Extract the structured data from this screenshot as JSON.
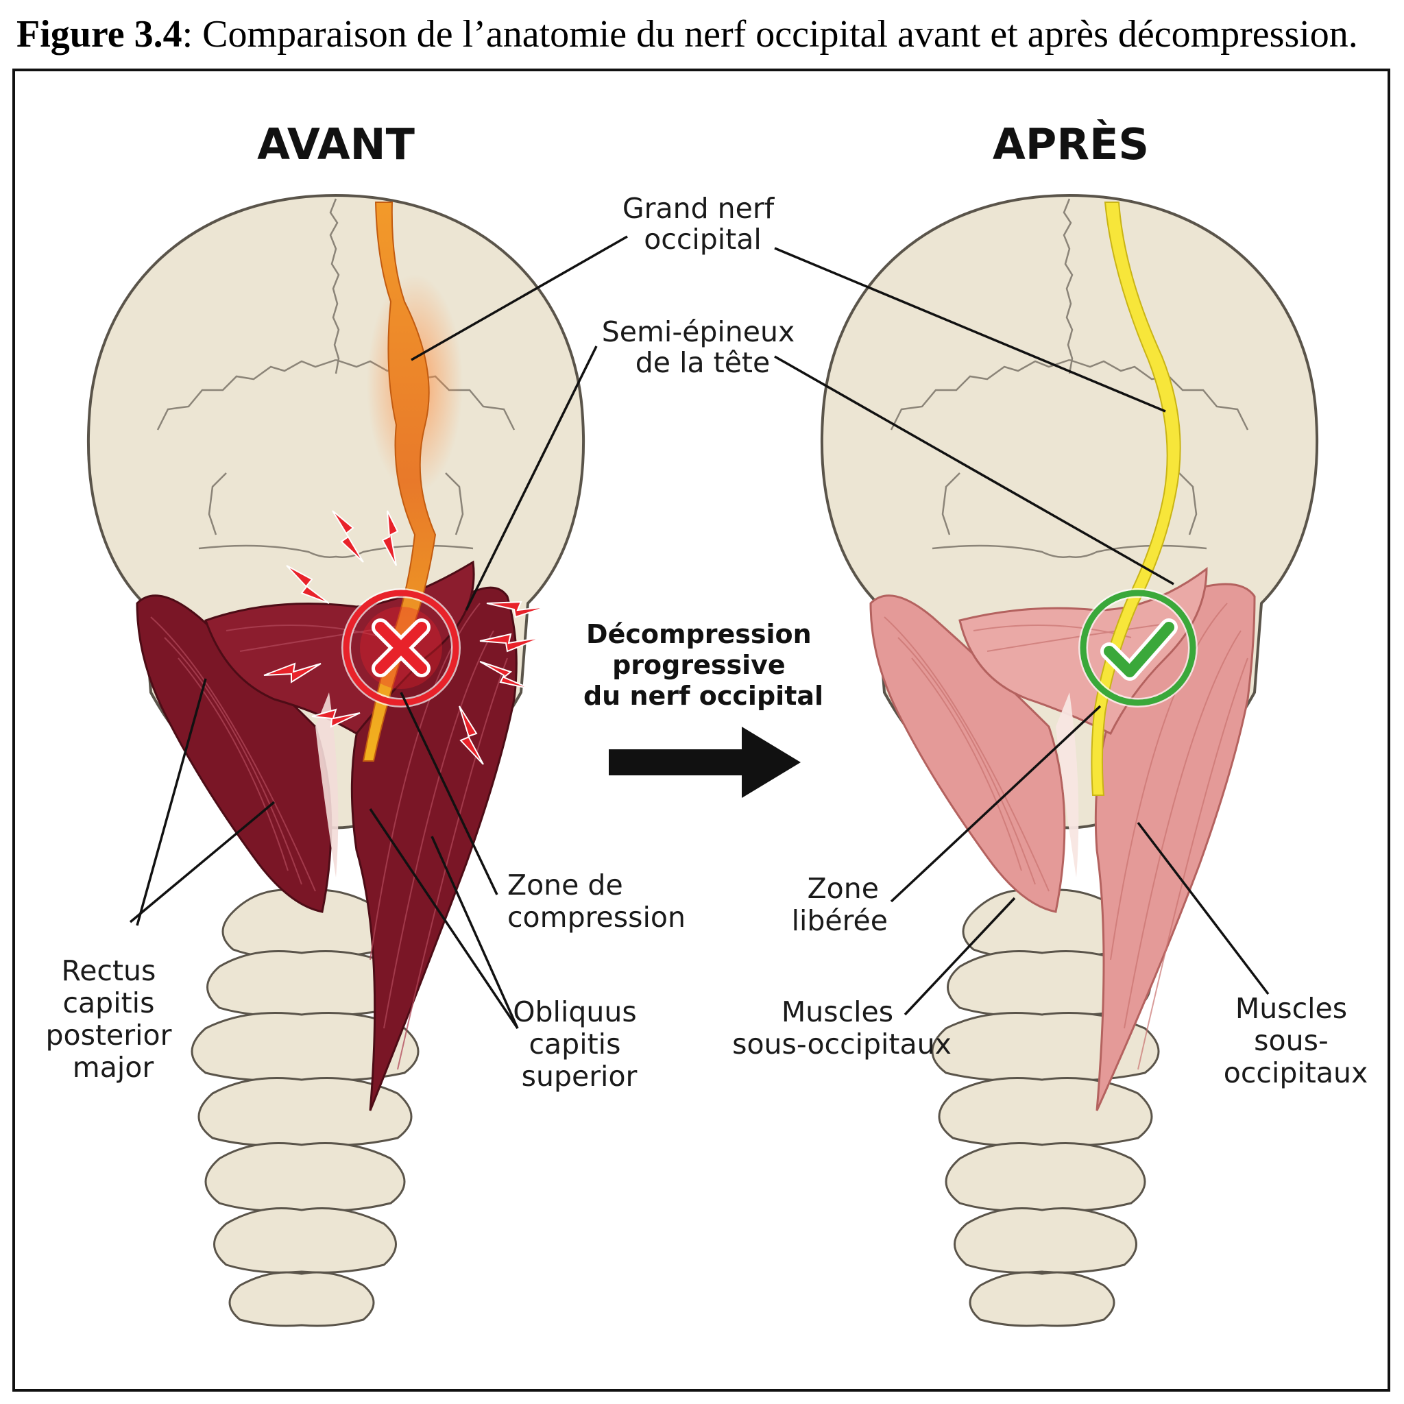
{
  "caption": {
    "prefix": "Figure 3.4",
    "text": ": Comparaison de l’anatomie du nerf occipital avant et après décompression."
  },
  "panels": {
    "before": {
      "title": "AVANT"
    },
    "after": {
      "title": "APRÈS"
    }
  },
  "labels": {
    "grand_nerf": [
      "Grand nerf",
      "occipital"
    ],
    "semi_epineux": [
      "Semi-épineux",
      "de la tête"
    ],
    "decompression": [
      "Décompression",
      "progressive",
      "du nerf occipital"
    ],
    "zone_compression": [
      "Zone de",
      "compression"
    ],
    "rectus": [
      "Rectus",
      "capitis",
      "posterior",
      "major"
    ],
    "obliquus": [
      "Obliquus",
      "capitis",
      "superior"
    ],
    "zone_liberee": [
      "Zone",
      "libérée"
    ],
    "muscles_left": [
      "Muscles",
      "sous-occipitaux"
    ],
    "muscles_right": [
      "Muscles",
      "sous-",
      "occipitaux"
    ]
  },
  "colors": {
    "bone": "#ece5d3",
    "bone_outline": "#5a544a",
    "muscle_before": "#7a1626",
    "muscle_after": "#e49a98",
    "nerve_before": "#f08a1e",
    "nerve_after": "#f7e63a",
    "alert_red": "#e8222a",
    "check_green": "#3aa83a"
  },
  "icons": {
    "compression_marker": "x-circle-icon",
    "relief_marker": "check-circle-icon",
    "pain_signal": "lightning-bolt-icon",
    "direction": "right-arrow-icon"
  }
}
